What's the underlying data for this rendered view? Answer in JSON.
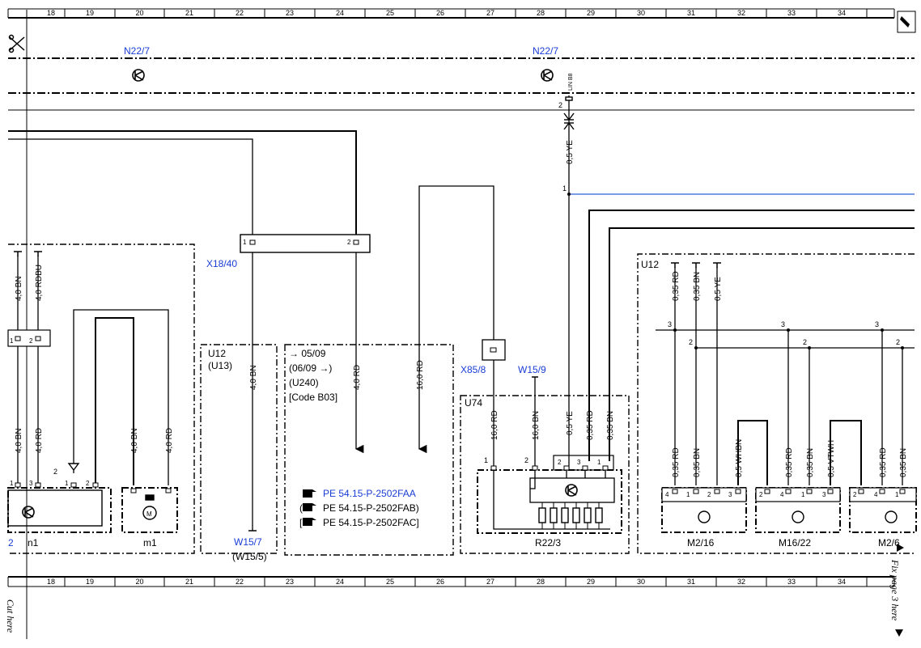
{
  "colors": {
    "ink": "#000000",
    "link": "#1a3dd6",
    "signal": "#2b5fd9"
  },
  "ruler": [
    "18",
    "19",
    "20",
    "21",
    "22",
    "23",
    "24",
    "25",
    "26",
    "27",
    "28",
    "29",
    "30",
    "31",
    "32",
    "33",
    "34"
  ],
  "connectors": {
    "n22_left": "N22/7",
    "n22_right": "N22/7",
    "x18": "X18/40",
    "x85": "X85/8",
    "w15_9": "W15/9",
    "w15_7": "W15/7",
    "w15_5": "(W15/5)"
  },
  "lin": "LIN B8",
  "wires": {
    "w_4bn_a": "4,0 BN",
    "w_4rdbu": "4,0 RDBU",
    "w_4bn_b": "4,0 BN",
    "w_4rd_b": "4,0 RD",
    "w_4bn_c": "4,0 BN",
    "w_4rd_c": "4,0 RD",
    "w_4bn_d": "4,0 BN",
    "w_4rd_d": "4,0 RD",
    "w_16rd_a": "16,0 RD",
    "w_05ye_top": "0,5 YE",
    "w_16rd_b": "16,0 RD",
    "w_16bn": "16,0 BN",
    "w_05ye_b": "0,5 YE",
    "w_035rd_u74": "0,35 RD",
    "w_035bn_u74": "0,35 BN",
    "w_035rd_1": "0,35 RD",
    "w_035bn_1": "0,35 BN",
    "w_05ye_1": "0,5 YE",
    "w_035rd_2": "0,35 RD",
    "w_035bn_2": "0,35 BN",
    "w_05wh": "0,5 WHBN",
    "w_035rd_3": "0,35 RD",
    "w_035bn_3": "0,35 BN",
    "w_05vt": "0,5 VTWH",
    "w_035rd_4": "0,35 RD",
    "w_035bn_4": "0,35 BN"
  },
  "boxes": {
    "u12_mid": "U12",
    "u13": "(U13)",
    "cond1": "→ 05/09",
    "cond2": "(06/09  →)",
    "cond3": "(U240)",
    "cond4": "[Code B03]",
    "u74": "U74",
    "u12_right": "U12"
  },
  "references": {
    "pe1": "PE 54.15-P-2502FAA",
    "pe2": "PE 54.15-P-2502FAB)",
    "pe3": "PE 54.15-P-2502FAC]"
  },
  "components": {
    "n1_prefix": "2",
    "n1": "n1",
    "m1": "m1",
    "r22": "R22/3",
    "m2_16": "M2/16",
    "m16_22": "M16/22",
    "m2_x": "M2/6"
  },
  "pins": {
    "p1": "1",
    "p2": "2",
    "p3": "3",
    "p4": "4"
  },
  "cut": {
    "left": "Cut here",
    "right": "Fix page 3 here"
  }
}
